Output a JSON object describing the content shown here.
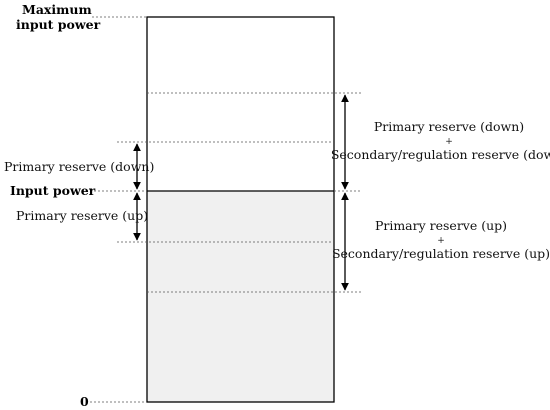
{
  "diagram": {
    "max_power_label": [
      "Maximum",
      "input power"
    ],
    "input_power_label": "Input power",
    "zero_label": "0",
    "left_primary_down": "Primary reserve (down)",
    "left_primary_up": "Primary reserve (up)",
    "right_down": {
      "line1": "Primary reserve (down)",
      "plus": "+",
      "line2": "Secondary/regulation reserve (down)"
    },
    "right_up": {
      "line1": "Primary reserve (up)",
      "plus": "+",
      "line2": "Secondary/regulation reserve (up)"
    },
    "colors": {
      "used_capacity_fill": "#f0f0f0",
      "box_stroke": "#000000"
    }
  }
}
